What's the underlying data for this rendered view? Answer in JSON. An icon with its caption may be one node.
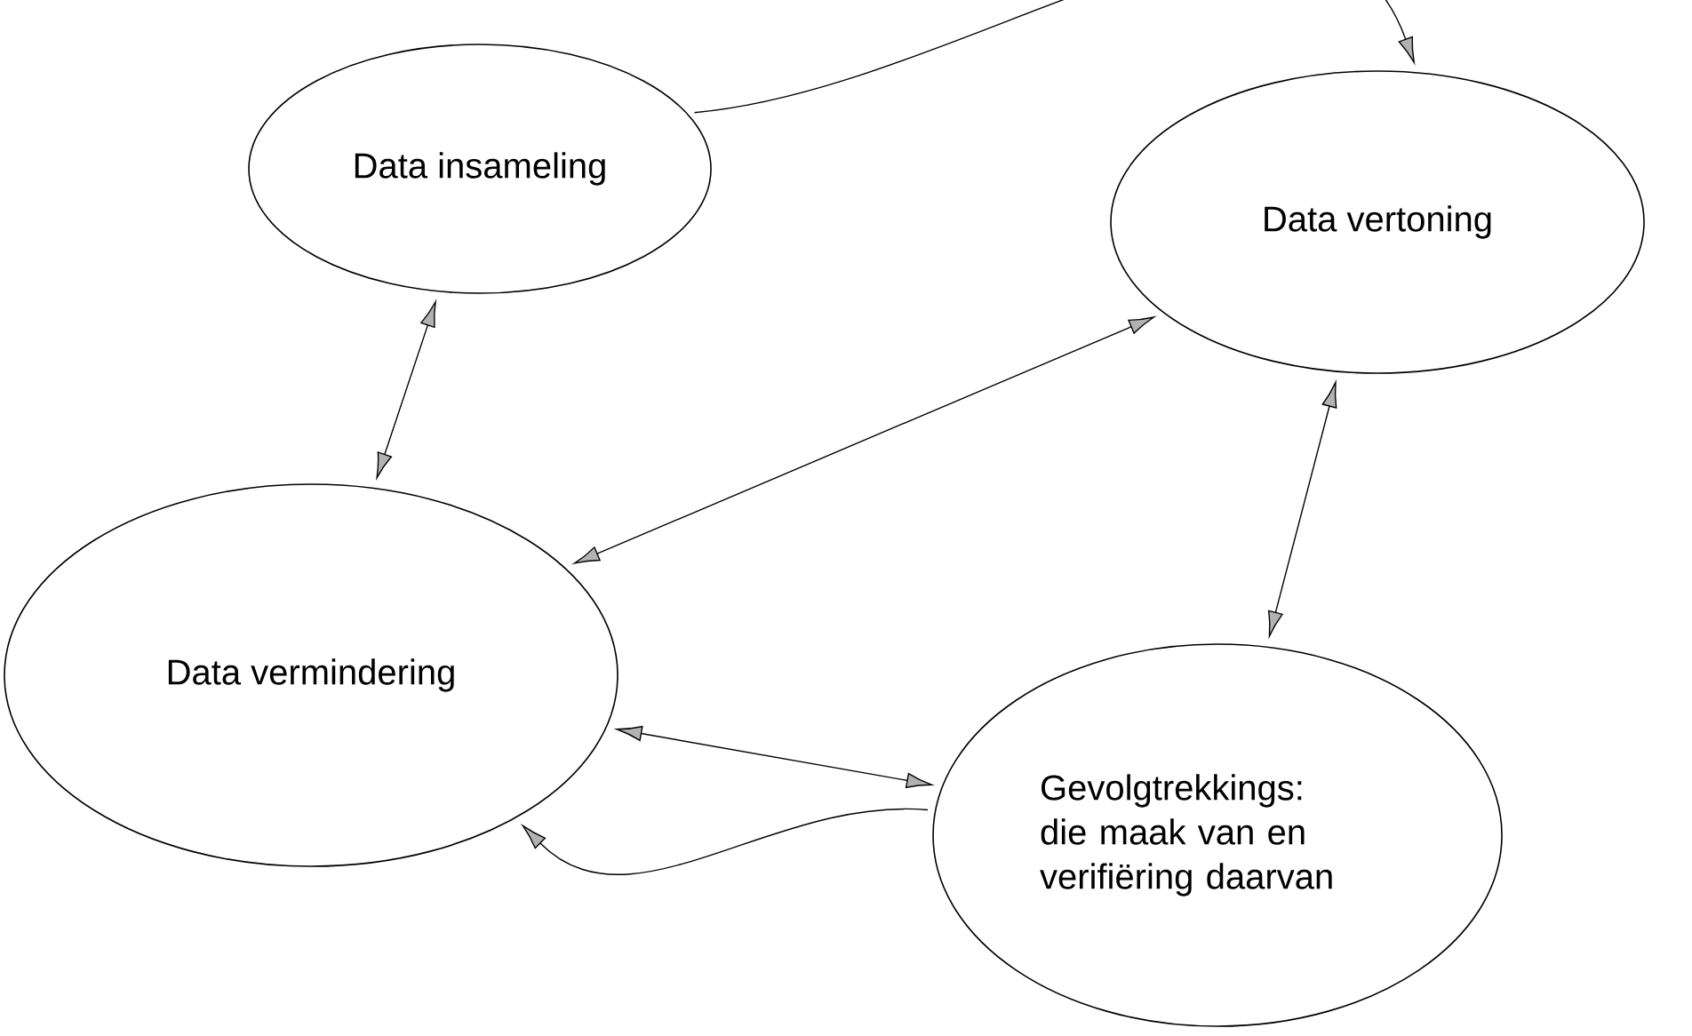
{
  "diagram": {
    "nodes": [
      {
        "text": [
          "Data insameling"
        ]
      },
      {
        "text": [
          "Data vertoning"
        ]
      },
      {
        "text": [
          "Data vermindering"
        ]
      },
      {
        "text": [
          "Gevolgtrekkings: die maak van en verifiëring daarvan"
        ]
      }
    ],
    "edges": [
      {
        "from": 0,
        "to": 1,
        "arrow": "to"
      },
      {
        "from": 0,
        "to": 2,
        "arrow": "both"
      },
      {
        "from": 2,
        "to": 1,
        "arrow": "both"
      },
      {
        "from": 2,
        "to": 3,
        "arrow": "both"
      },
      {
        "from": 1,
        "to": 3,
        "arrow": "both"
      },
      {
        "from": 3,
        "to": 2,
        "arrow": "to"
      }
    ]
  }
}
